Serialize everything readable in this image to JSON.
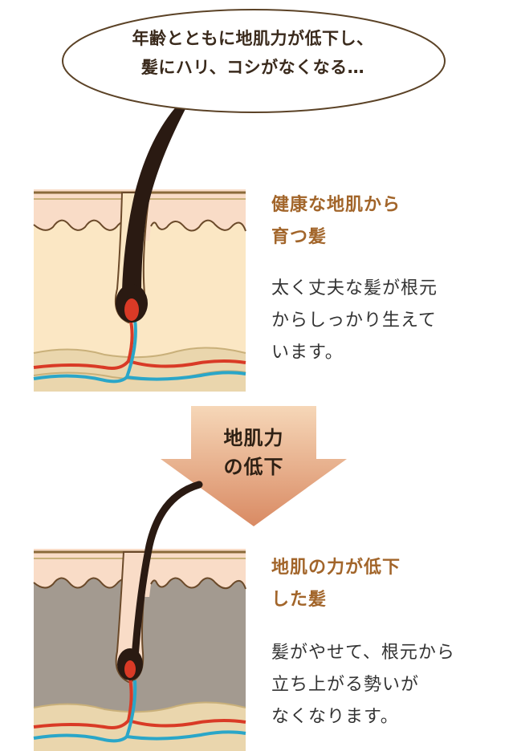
{
  "bubble": {
    "line1": "年齢とともに地肌力が低下し、",
    "line2": "髪にハリ、コシがなくなる…"
  },
  "healthy": {
    "heading_line1": "健康な地肌から",
    "heading_line2": "育つ髪",
    "body_line1": "太く丈夫な髪が根元",
    "body_line2": "からしっかり生えて",
    "body_line3": "います。"
  },
  "arrow": {
    "line1": "地肌力",
    "line2": "の低下"
  },
  "weakened": {
    "heading_line1": "地肌の力が低下",
    "heading_line2": "した髪",
    "body_line1": "髪がやせて、根元から",
    "body_line2": "立ち上がる勢いが",
    "body_line3": "なくなります。"
  },
  "colors": {
    "heading": "#a2652a",
    "skin_top": "#f9dcc7",
    "dermis_healthy": "#fbe7c4",
    "dermis_weak": "#a39a90",
    "fat_layer": "#ead6ad",
    "hair": "#2a1a12",
    "artery": "#d93a26",
    "vein": "#2aa6c8",
    "arrow_top": "#f6d7b8",
    "arrow_bottom": "#d98a63"
  }
}
